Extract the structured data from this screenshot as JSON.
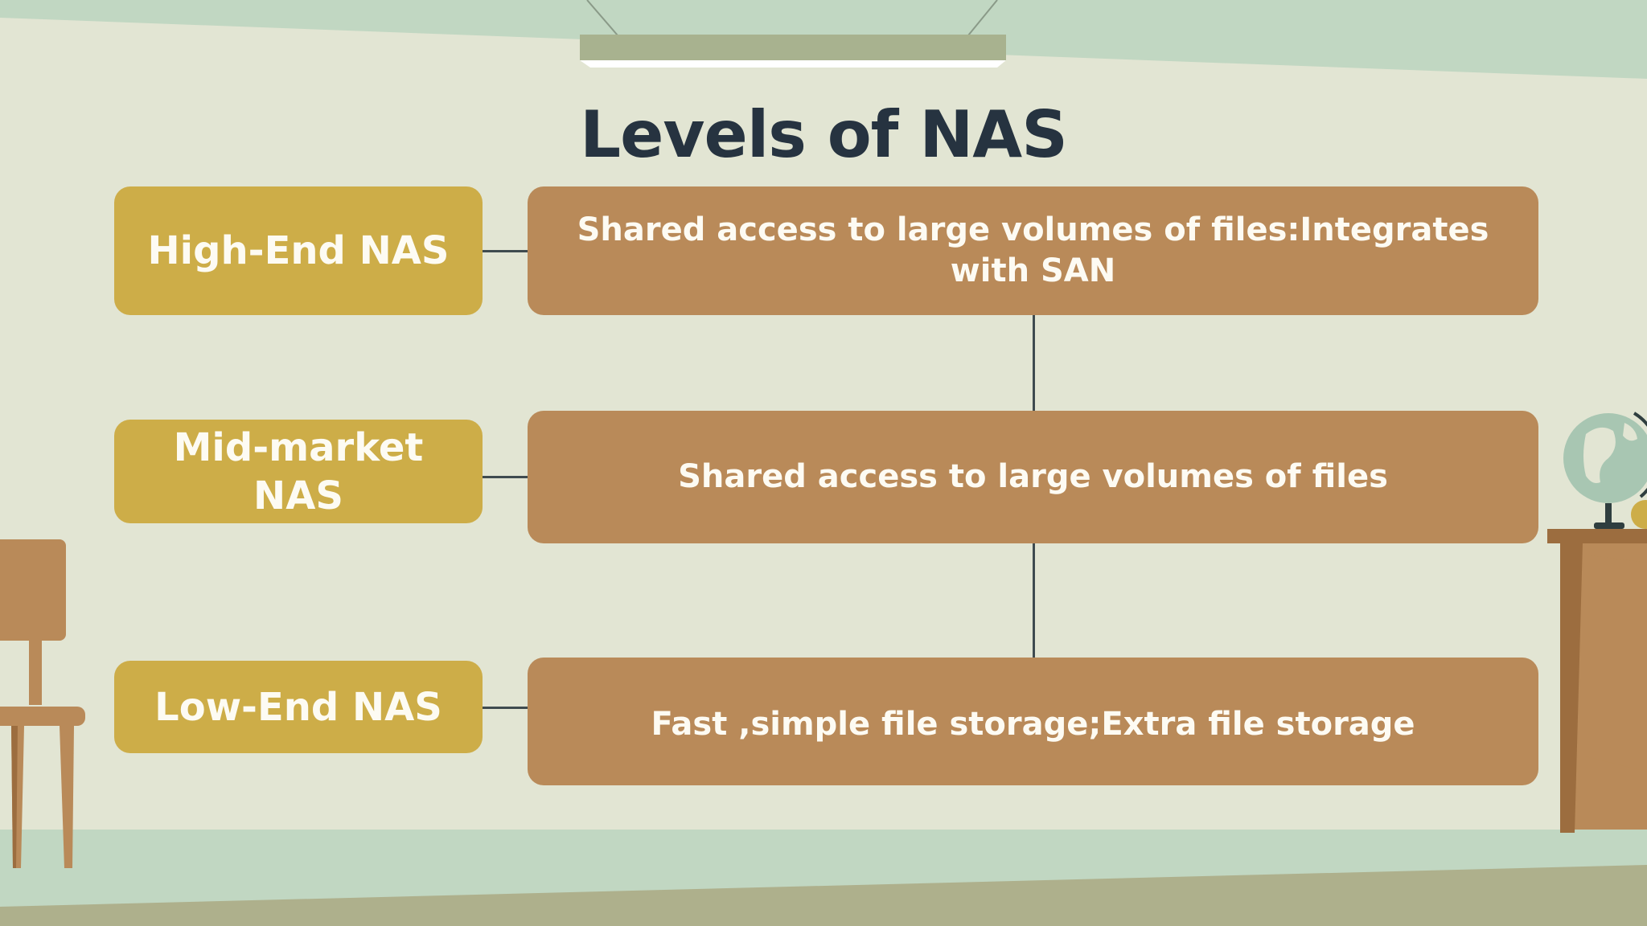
{
  "title": "Levels of NAS",
  "colors": {
    "background": "#e2e5d3",
    "level_box": "#cdad48",
    "description_box": "#b98a59",
    "title_text": "#263340",
    "connector": "#3f4b4f",
    "box_text": "#fdfbf3"
  },
  "levels": [
    {
      "name": "High-End NAS",
      "description": "Shared access to large volumes of files:Integrates with SAN"
    },
    {
      "name": "Mid-market NAS",
      "description": "Shared access to large volumes of files"
    },
    {
      "name": "Low-End NAS",
      "description": "Fast ,simple file storage;Extra file storage"
    }
  ],
  "decorations": [
    "ceiling-lamp",
    "chair",
    "desk",
    "globe"
  ]
}
